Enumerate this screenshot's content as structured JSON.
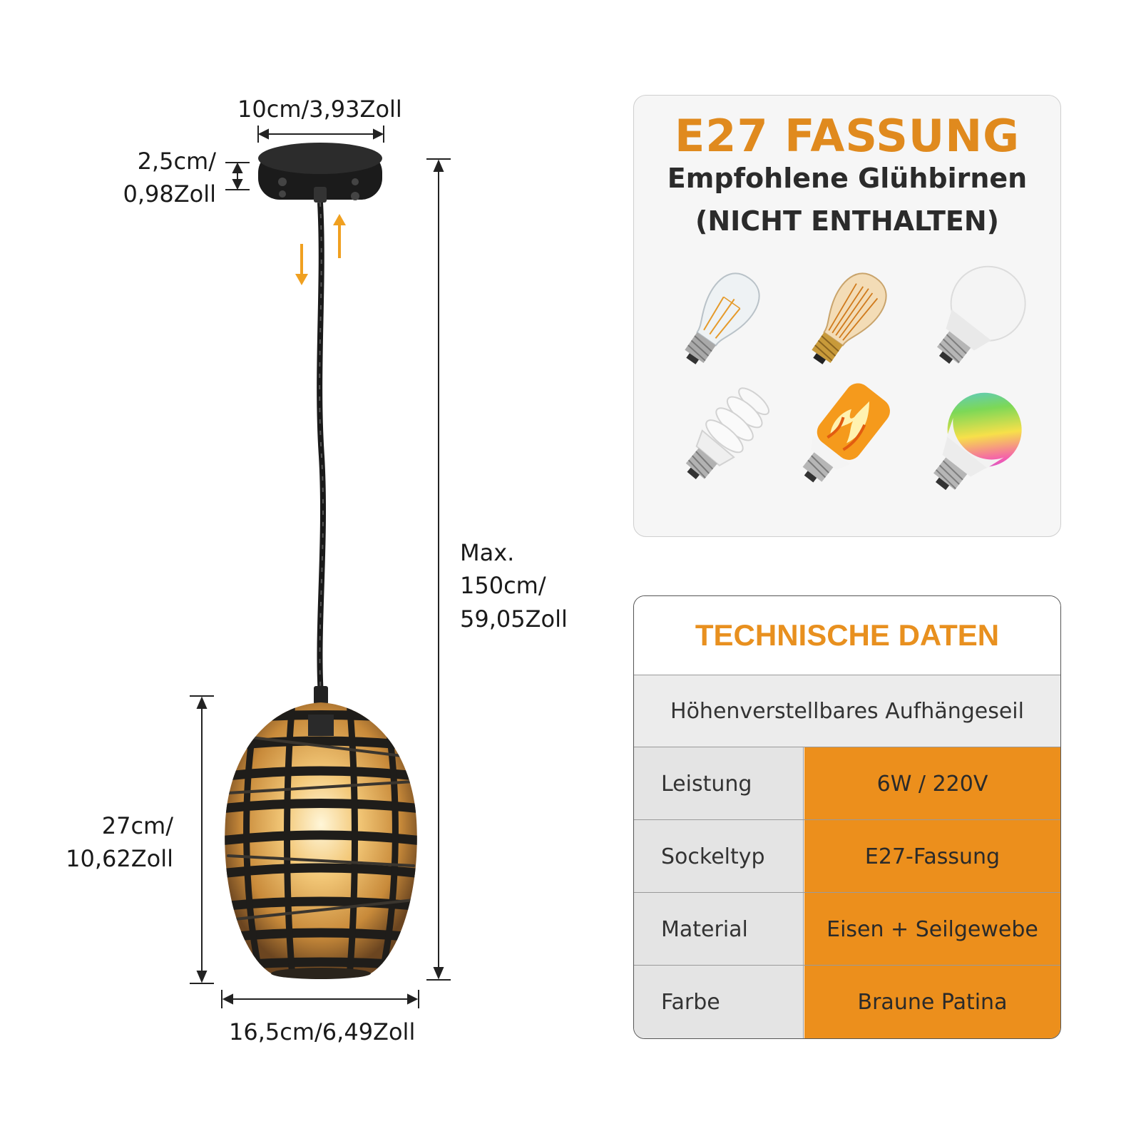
{
  "dimensions": {
    "canopy_width": "10cm/3,93Zoll",
    "canopy_height_1": "2,5cm/",
    "canopy_height_2": "0,98Zoll",
    "max_length_1": "Max.",
    "max_length_2": "150cm/",
    "max_length_3": "59,05Zoll",
    "shade_height_1": "27cm/",
    "shade_height_2": "10,62Zoll",
    "shade_width": "16,5cm/6,49Zoll"
  },
  "bulb_panel": {
    "title": "E27 FASSUNG",
    "subtitle_1": "Empfohlene Glühbirnen",
    "subtitle_2": "(NICHT ENTHALTEN)",
    "bulbs": [
      "edison-st64-bulb-icon",
      "amber-edison-bulb-icon",
      "led-a60-bulb-icon",
      "spiral-cfl-bulb-icon",
      "flame-effect-bulb-icon",
      "rgb-smart-bulb-icon"
    ]
  },
  "specs": {
    "title": "TECHNISCHE DATEN",
    "note": "Höhenverstellbares Aufhängeseil",
    "rows": [
      {
        "key": "Leistung",
        "value": "6W / 220V"
      },
      {
        "key": "Sockeltyp",
        "value": "E27-Fassung"
      },
      {
        "key": "Material",
        "value": "Eisen + Seilgewebe"
      },
      {
        "key": "Farbe",
        "value": "Braune Patina"
      }
    ]
  },
  "colors": {
    "accent": "#E8901F",
    "table_value_bg": "#EC8F1C",
    "table_key_bg": "#E4E4E4",
    "arrow": "#F0A020"
  }
}
